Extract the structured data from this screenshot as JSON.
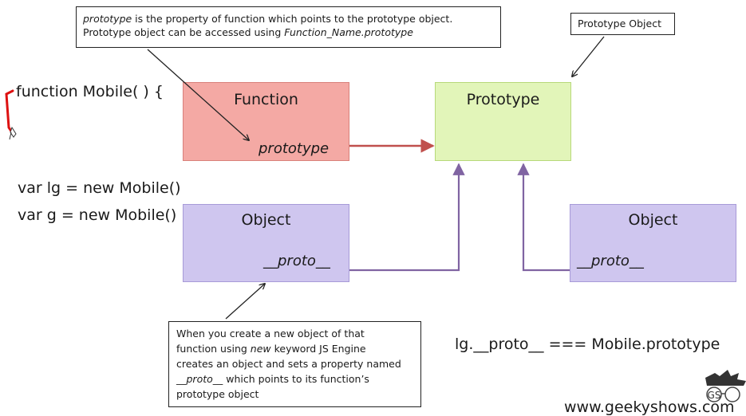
{
  "callout_top": {
    "line1_italic": "prototype",
    "line1_rest": " is the property of function which points to the prototype object.",
    "line2_text": "Prototype object can be accessed using ",
    "line2_italic": "Function_Name.prototype"
  },
  "callout_proto_obj": {
    "label": "Prototype Object"
  },
  "code": {
    "line1": "function Mobile( ) {",
    "line2": "var lg = new Mobile()",
    "line3": "var g = new Mobile()"
  },
  "function_box": {
    "title": "Function",
    "property": "prototype"
  },
  "prototype_box": {
    "title": "Prototype"
  },
  "object_box_left": {
    "title": "Object",
    "property": "__proto__"
  },
  "object_box_right": {
    "title": "Object",
    "property": "__proto__"
  },
  "callout_bottom": {
    "l1": "When you create a new object of that",
    "l2a": "function using ",
    "l2i": "new",
    "l2b": " keyword JS Engine",
    "l3": "creates an object and sets a property named",
    "l4i": "__proto__",
    "l4b": " which points to its function’s",
    "l5": "prototype object"
  },
  "equation": "lg.__proto__ === Mobile.prototype",
  "watermark": {
    "logo_text": "GS",
    "url": "www.geekyshows.com"
  },
  "colors": {
    "function_fill": "#f4a9a4",
    "function_border": "#d9817b",
    "prototype_fill": "#e2f5b9",
    "prototype_border": "#b7d97a",
    "object_fill": "#cfc6ef",
    "object_border": "#a79ad8",
    "arrow_red": "#c0504d",
    "arrow_purple": "#8064a2"
  }
}
